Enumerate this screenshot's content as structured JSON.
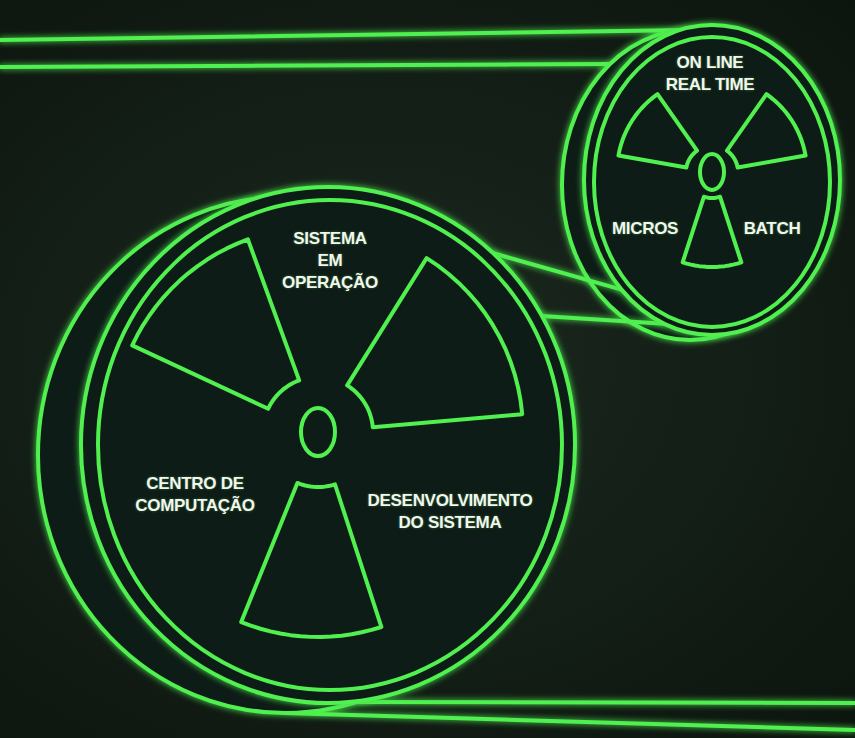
{
  "diagram": {
    "nodes": [
      {
        "text": [
          "ON LINE REAL TIME",
          "MICROS",
          "BATCH"
        ]
      },
      {
        "text": [
          "SISTEMA EM OPERAÇÃO",
          "CENTRO DE COMPUTAÇÃO",
          "DESENVOLVIMENTO DO SISTEMA"
        ]
      }
    ],
    "edges": [
      {
        "from": 1,
        "to": 0,
        "arrow": "none"
      }
    ]
  }
}
